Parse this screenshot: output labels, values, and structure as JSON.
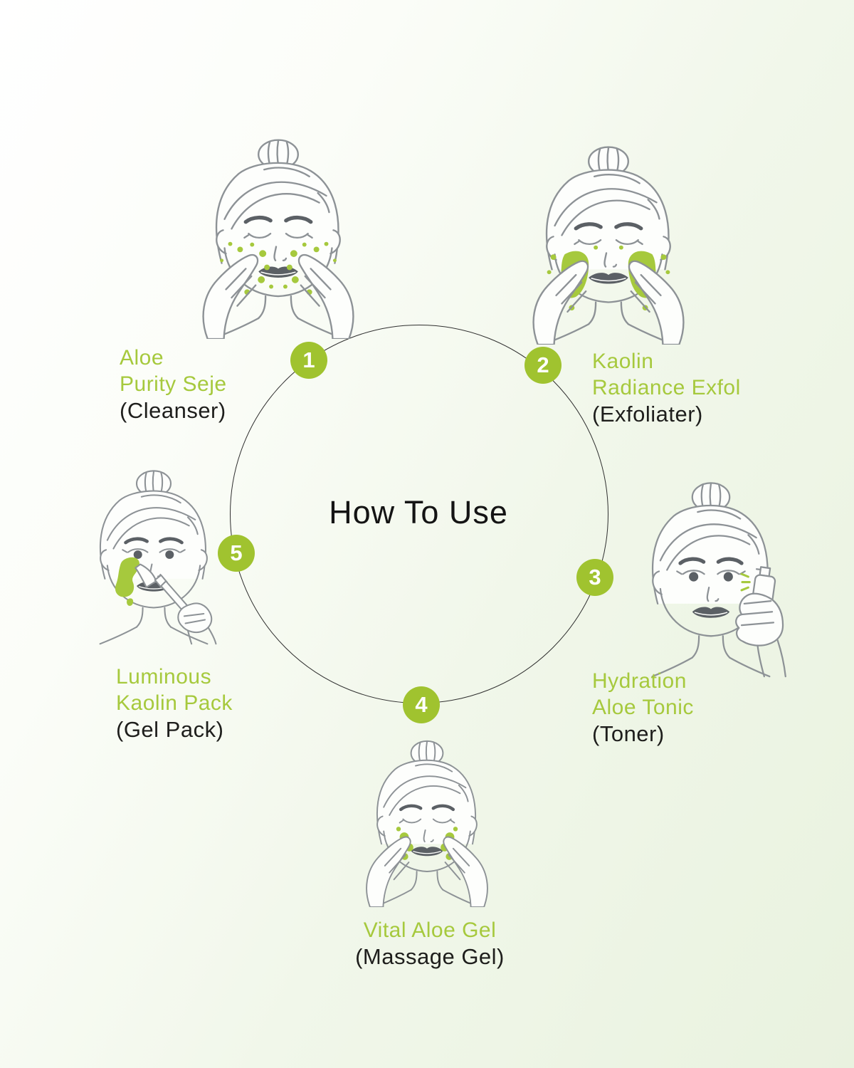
{
  "center": {
    "label": "How To Use"
  },
  "colors": {
    "accent_green": "#a6c93d",
    "badge_green": "#a0c32f",
    "line_gray": "#8d9296",
    "feature_gray": "#5b6065",
    "text_dark": "#1e1e1c",
    "background_tint": "#e9f2df"
  },
  "steps": [
    {
      "number": "1",
      "product_lines": [
        "Aloe",
        "Purity Seje"
      ],
      "type": "(Cleanser)",
      "illustration": "woman-cleansing-face-with-both-hands-and-foam-bubbles"
    },
    {
      "number": "2",
      "product_lines": [
        "Kaolin",
        "Radiance Exfol"
      ],
      "type": "(Exfoliater)",
      "illustration": "woman-rubbing-cheeks-with-green-exfoliating-pads"
    },
    {
      "number": "3",
      "product_lines": [
        "Hydration",
        "Aloe Tonic"
      ],
      "type": "(Toner)",
      "illustration": "woman-spraying-toner-bottle-on-cheek"
    },
    {
      "number": "4",
      "product_lines": [
        "Vital Aloe Gel"
      ],
      "type": "(Massage Gel)",
      "illustration": "woman-massaging-green-gel-on-cheeks"
    },
    {
      "number": "5",
      "product_lines": [
        "Luminous",
        "Kaolin Pack"
      ],
      "type": "(Gel Pack)",
      "illustration": "woman-applying-green-gel-pack-with-brush"
    }
  ]
}
